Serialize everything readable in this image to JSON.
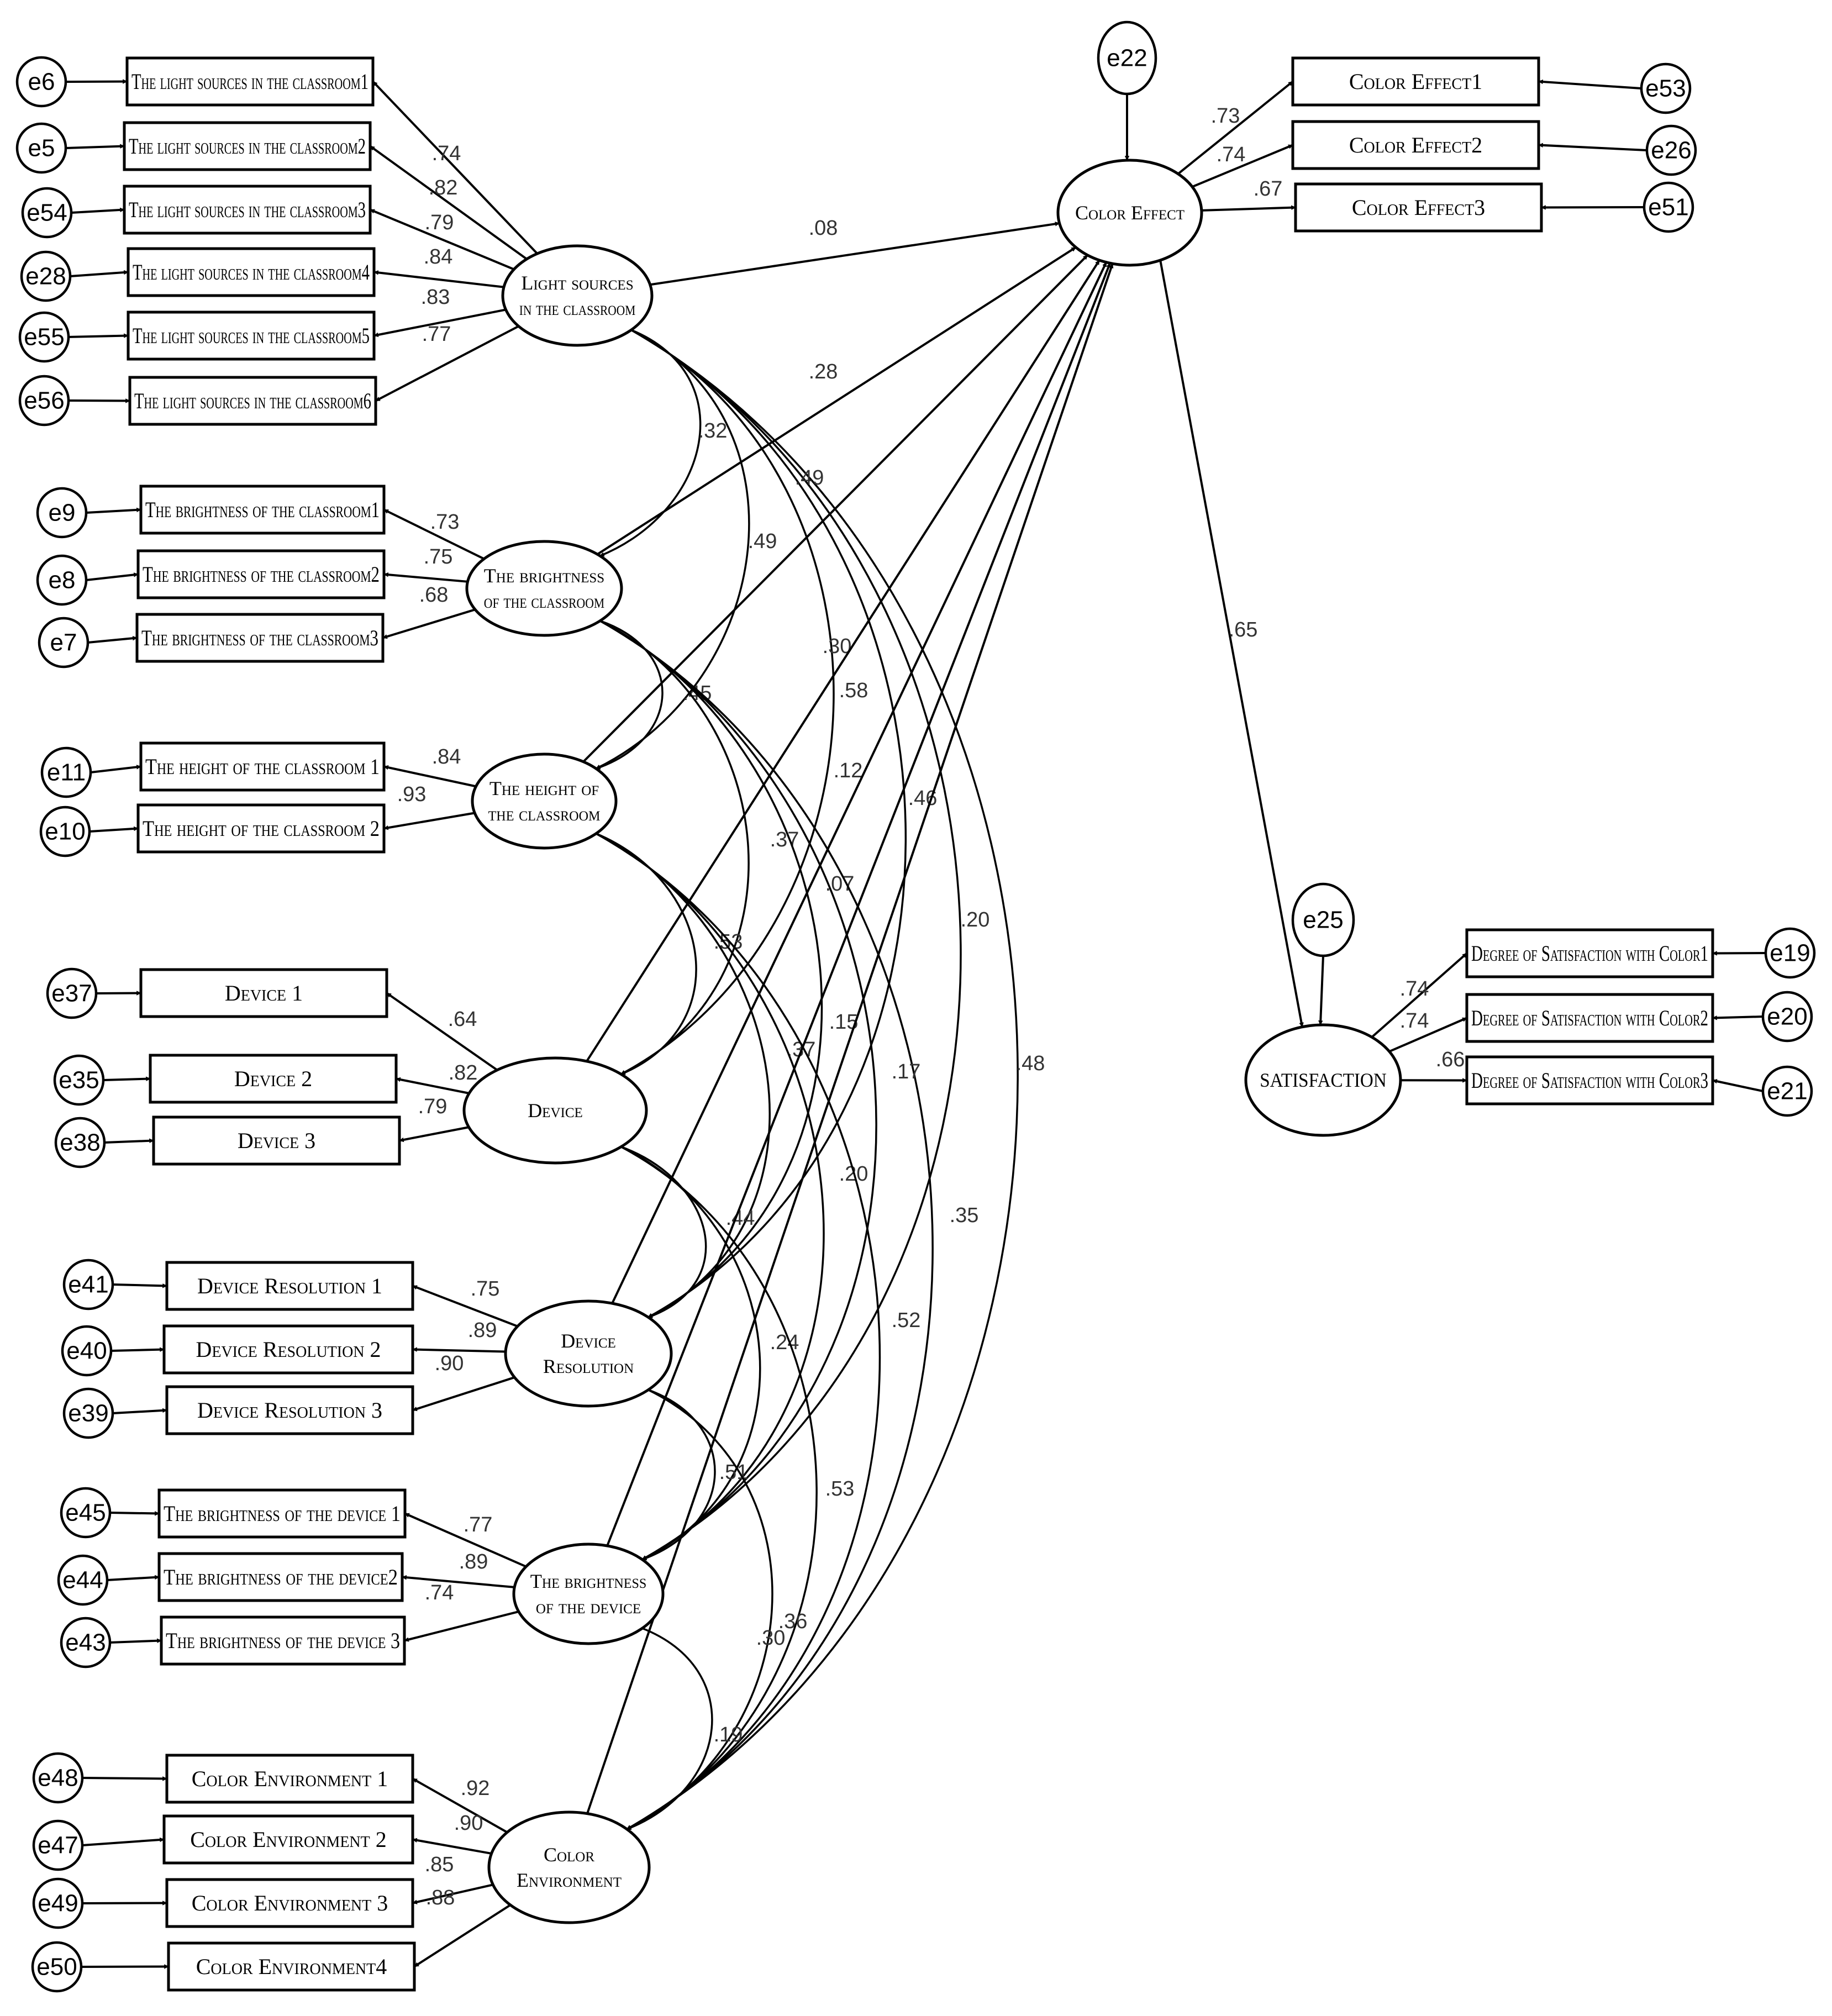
{
  "latents": [
    {
      "id": "ls",
      "lines": [
        "Light sources",
        "in the classroom"
      ]
    },
    {
      "id": "bc",
      "lines": [
        "The brightness",
        "of the classroom"
      ]
    },
    {
      "id": "hc",
      "lines": [
        "The height of",
        "the classroom"
      ]
    },
    {
      "id": "dv",
      "lines": [
        "Device"
      ]
    },
    {
      "id": "dr",
      "lines": [
        "Device",
        "Resolution"
      ]
    },
    {
      "id": "bd",
      "lines": [
        "The brightness",
        "of the device"
      ]
    },
    {
      "id": "ce",
      "lines": [
        "Color",
        "Environment"
      ]
    },
    {
      "id": "cef",
      "lines": [
        "Color Effect"
      ]
    },
    {
      "id": "sat",
      "lines": [
        "SATISFACTION"
      ]
    }
  ],
  "indicators": [
    {
      "latent": "ls",
      "label": "The light sources in the classroom1",
      "error": "e6",
      "loading": ".74"
    },
    {
      "latent": "ls",
      "label": "The light sources in the classroom2",
      "error": "e5",
      "loading": ".82"
    },
    {
      "latent": "ls",
      "label": "The light sources in the classroom3",
      "error": "e54",
      "loading": ".79"
    },
    {
      "latent": "ls",
      "label": "The light sources in the classroom4",
      "error": "e28",
      "loading": ".84"
    },
    {
      "latent": "ls",
      "label": "The light sources in the classroom5",
      "error": "e55",
      "loading": ".83"
    },
    {
      "latent": "ls",
      "label": "The light sources in the classroom6",
      "error": "e56",
      "loading": ".77"
    },
    {
      "latent": "bc",
      "label": "The brightness of the classroom1",
      "error": "e9",
      "loading": ".73"
    },
    {
      "latent": "bc",
      "label": "The brightness of the classroom2",
      "error": "e8",
      "loading": ".75"
    },
    {
      "latent": "bc",
      "label": "The brightness of the classroom3",
      "error": "e7",
      "loading": ".68"
    },
    {
      "latent": "hc",
      "label": "The height of the classroom 1",
      "error": "e11",
      "loading": ".84"
    },
    {
      "latent": "hc",
      "label": "The height of the classroom 2",
      "error": "e10",
      "loading": ".93"
    },
    {
      "latent": "dv",
      "label": "Device 1",
      "error": "e37",
      "loading": ".64"
    },
    {
      "latent": "dv",
      "label": "Device  2",
      "error": "e35",
      "loading": ".82"
    },
    {
      "latent": "dv",
      "label": "Device  3",
      "error": "e38",
      "loading": ".79"
    },
    {
      "latent": "dr",
      "label": "Device Resolution 1",
      "error": "e41",
      "loading": ".75"
    },
    {
      "latent": "dr",
      "label": "Device Resolution 2",
      "error": "e40",
      "loading": ".89"
    },
    {
      "latent": "dr",
      "label": "Device Resolution 3",
      "error": "e39",
      "loading": ".90"
    },
    {
      "latent": "bd",
      "label": "The brightness of the device 1",
      "error": "e45",
      "loading": ".77"
    },
    {
      "latent": "bd",
      "label": "The brightness of the device2",
      "error": "e44",
      "loading": ".89"
    },
    {
      "latent": "bd",
      "label": "The brightness of the device 3",
      "error": "e43",
      "loading": ".74"
    },
    {
      "latent": "ce",
      "label": "Color Environment 1",
      "error": "e48",
      "loading": ".92"
    },
    {
      "latent": "ce",
      "label": "Color Environment 2",
      "error": "e47",
      "loading": ".90"
    },
    {
      "latent": "ce",
      "label": "Color Environment 3",
      "error": "e49",
      "loading": ".85"
    },
    {
      "latent": "ce",
      "label": "Color Environment4",
      "error": "e50",
      "loading": ".88"
    },
    {
      "latent": "cef",
      "label": "Color Effect1",
      "error": "e53",
      "loading": ".73"
    },
    {
      "latent": "cef",
      "label": "Color Effect2",
      "error": "e26",
      "loading": ".74"
    },
    {
      "latent": "cef",
      "label": "Color Effect3",
      "error": "e51",
      "loading": ".67"
    },
    {
      "latent": "sat",
      "label": "Degree of Satisfaction with Color1",
      "error": "e19",
      "loading": ".74"
    },
    {
      "latent": "sat",
      "label": "Degree of Satisfaction with Color2",
      "error": "e20",
      "loading": ".74"
    },
    {
      "latent": "sat",
      "label": "Degree of Satisfaction with Color3",
      "error": "e21",
      "loading": ".66"
    }
  ],
  "paths": [
    {
      "from": "ls",
      "to": "cef",
      "coef": ".08"
    },
    {
      "from": "bc",
      "to": "cef",
      "coef": ".28"
    },
    {
      "from": "hc",
      "to": "cef",
      "coef": ".49"
    },
    {
      "from": "dv",
      "to": "cef",
      "coef": ".58"
    },
    {
      "from": "dr",
      "to": "cef",
      "coef": ".46"
    },
    {
      "from": "bd",
      "to": "cef",
      "coef": ".17"
    },
    {
      "from": "ce",
      "to": "cef",
      "coef": ".35"
    },
    {
      "from": "cef",
      "to": "sat",
      "coef": ".65"
    }
  ],
  "disturbances": [
    {
      "latent": "cef",
      "label": "e22"
    },
    {
      "latent": "sat",
      "label": "e25"
    }
  ],
  "covariances": [
    {
      "a": "ls",
      "b": "bc",
      "coef": ".32"
    },
    {
      "a": "ls",
      "b": "hc",
      "coef": ".49"
    },
    {
      "a": "ls",
      "b": "dv",
      "coef": ".30"
    },
    {
      "a": "ls",
      "b": "dr",
      "coef": ".12"
    },
    {
      "a": "ls",
      "b": "bd",
      "coef": ".20"
    },
    {
      "a": "ls",
      "b": "ce",
      "coef": ".48"
    },
    {
      "a": "bc",
      "b": "hc",
      "coef": ".45"
    },
    {
      "a": "bc",
      "b": "dv",
      "coef": ".37"
    },
    {
      "a": "bc",
      "b": "dr",
      "coef": ".07"
    },
    {
      "a": "bc",
      "b": "bd",
      "coef": ".15"
    },
    {
      "a": "bc",
      "b": "ce",
      "coef": ".52"
    },
    {
      "a": "hc",
      "b": "dv",
      "coef": ".53"
    },
    {
      "a": "hc",
      "b": "dr",
      "coef": ".37"
    },
    {
      "a": "hc",
      "b": "bd",
      "coef": ".20"
    },
    {
      "a": "hc",
      "b": "ce",
      "coef": ".53"
    },
    {
      "a": "dv",
      "b": "dr",
      "coef": ".44"
    },
    {
      "a": "dv",
      "b": "bd",
      "coef": ".24"
    },
    {
      "a": "dv",
      "b": "ce",
      "coef": ".36"
    },
    {
      "a": "dr",
      "b": "bd",
      "coef": ".51"
    },
    {
      "a": "dr",
      "b": "ce",
      "coef": ".30"
    },
    {
      "a": "bd",
      "b": "ce",
      "coef": ".19"
    }
  ]
}
